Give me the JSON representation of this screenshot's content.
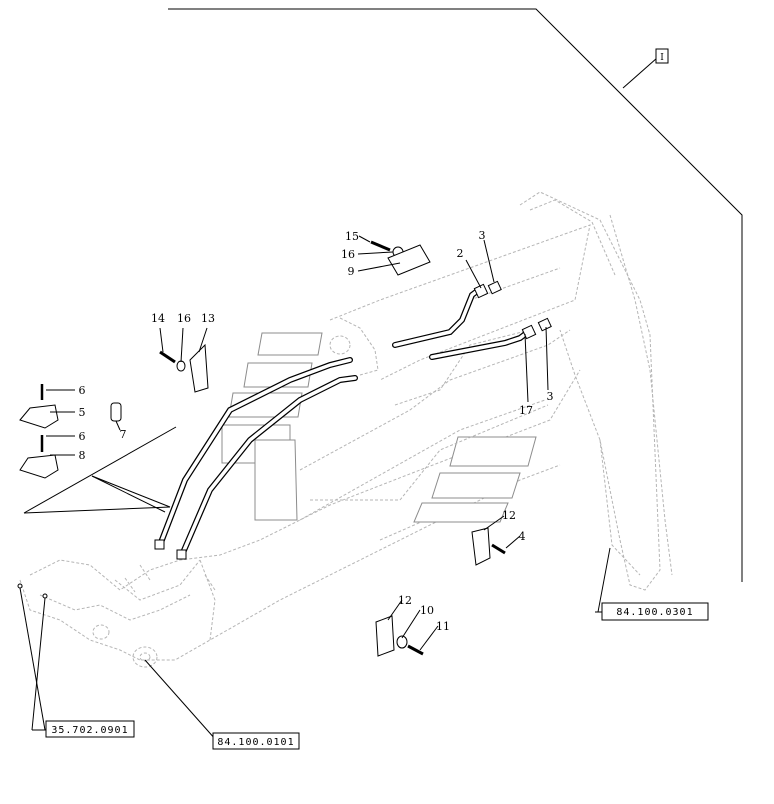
{
  "frame_tag": "I",
  "callouts": {
    "c1": "2",
    "c2": "3",
    "c3": "15",
    "c4": "16",
    "c5": "9",
    "c6": "14",
    "c7": "16",
    "c8": "13",
    "c9": "6",
    "c10": "5",
    "c11": "6",
    "c12": "8",
    "c13": "7",
    "c14": "17",
    "c15": "3",
    "c16": "12",
    "c17": "4",
    "c18": "12",
    "c19": "10",
    "c20": "11"
  },
  "references": {
    "ref_left": "35.702.0901",
    "ref_mid": "84.100.0101",
    "ref_right": "84.100.0301"
  }
}
